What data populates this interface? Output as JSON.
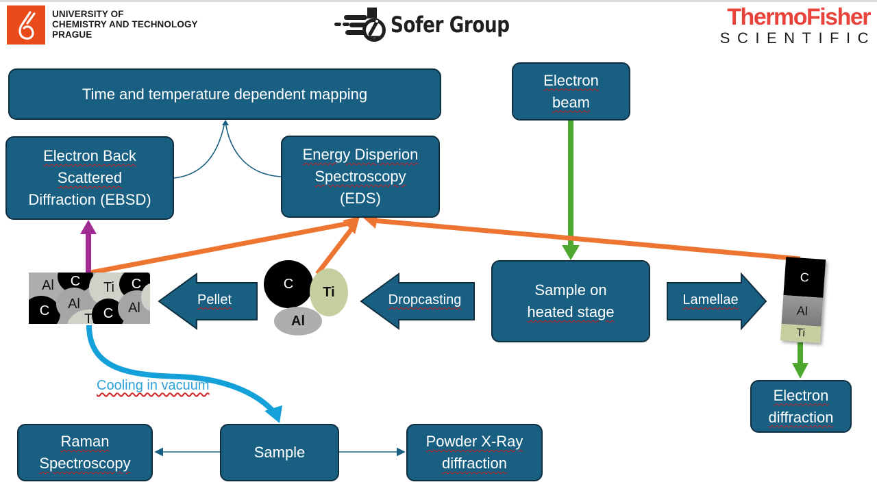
{
  "logos": {
    "uct": {
      "lines": [
        "UNIVERSITY OF",
        "CHEMISTRY AND TECHNOLOGY",
        "PRAGUE"
      ],
      "color": "#e84a1a"
    },
    "sofer": {
      "text": "Sofer Group"
    },
    "thermo": {
      "main": "ThermoFisher",
      "sub": "SCIENTIFIC",
      "color": "#e8433a"
    }
  },
  "boxes": {
    "mapping": "Time and temperature dependent mapping",
    "ebsd": [
      "Electron Back",
      "Scattered",
      "Diffraction (EBSD)"
    ],
    "eds": [
      "Energy Disperion",
      "Spectroscopy",
      "(EDS)"
    ],
    "electron_beam": [
      "Electron",
      "beam"
    ],
    "sample_heated": [
      "Sample on",
      "heated stage"
    ],
    "electron_diffraction": [
      "Electron",
      "diffraction"
    ],
    "raman": [
      "Raman",
      "Spectroscopy"
    ],
    "sample": "Sample",
    "pxrd": [
      "Powder X-Ray",
      "diffraction"
    ]
  },
  "arrows": {
    "pellet": "Pellet",
    "dropcasting": "Dropcasting",
    "lamellae": "Lamellae",
    "cooling": "Cooling in vacuum"
  },
  "elements": {
    "c": "C",
    "ti": "Ti",
    "al": "Al"
  },
  "colors": {
    "box_fill": "#185f82",
    "box_border": "#0f2f40",
    "orange": "#ed7531",
    "green": "#4ea72e",
    "purple": "#a02b93",
    "cyan": "#14a0d8",
    "carbon": "#000000",
    "titanium": "#c6cf9f",
    "aluminium": "#aeaeae"
  }
}
